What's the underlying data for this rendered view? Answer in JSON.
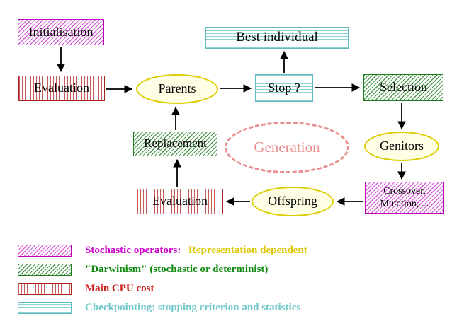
{
  "nodes": {
    "initialisation": {
      "label": "Initialisation"
    },
    "best_individual": {
      "label": "Best individual"
    },
    "evaluation_top": {
      "label": "Evaluation"
    },
    "parents": {
      "label": "Parents"
    },
    "stop": {
      "label": "Stop ?"
    },
    "selection": {
      "label": "Selection"
    },
    "replacement": {
      "label": "Replacement"
    },
    "generation": {
      "label": "Generation"
    },
    "genitors": {
      "label": "Genitors"
    },
    "crossover_mutation": {
      "line1": "Crossover,",
      "line2": "Mutation, ..."
    },
    "offspring": {
      "label": "Offspring"
    },
    "evaluation_bottom": {
      "label": "Evaluation"
    }
  },
  "legend": {
    "items": [
      {
        "label": "Stochastic operators:",
        "label_suffix": "Representation dependent",
        "swatch": "magenta-diagonal-hatch"
      },
      {
        "label": "\"Darwinism\" (stochastic or determinist)",
        "label_suffix": "",
        "swatch": "green-diagonal-hatch"
      },
      {
        "label": "Main CPU cost",
        "label_suffix": "",
        "swatch": "red-vertical-hatch"
      },
      {
        "label": "Checkpointing: stopping criterion and statistics",
        "label_suffix": "",
        "swatch": "cyan-horizontal-hatch"
      }
    ]
  },
  "colors": {
    "magenta": "#cc00cc",
    "green": "#1e7a1e",
    "red": "#aa2222",
    "cyan": "#70c8c8",
    "yellow_border": "#ddcc00",
    "yellow_fill": "#ffffe6",
    "legend_yellow": "#ddc800",
    "generation_salmon": "#e98f8f",
    "arrow": "#000000"
  }
}
